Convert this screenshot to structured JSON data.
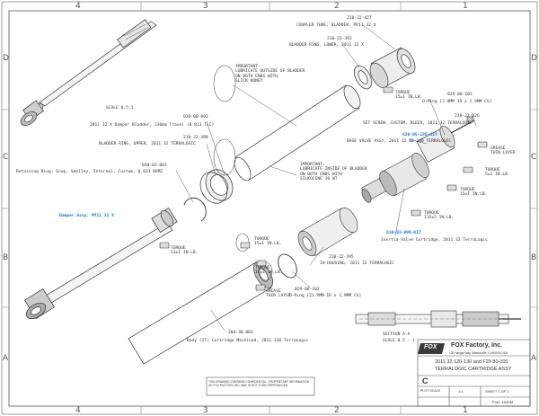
{
  "zones": {
    "cols": [
      "4",
      "3",
      "2",
      "1"
    ],
    "rows": [
      "D",
      "C",
      "B",
      "A"
    ]
  },
  "callouts": {
    "p_210_22_427": "210-22-427",
    "coupler_tube": "COUPLER TUBE, BLADDER, MY11 32 X",
    "p_210_22_392": "210-22-392",
    "bladder_ring_lower": "BLADDER RING, LOWER, 2011 32 X",
    "important_1": "IMPORTANT:",
    "lubricate_outside": "LUBRICATE OUTSIDE OF BLADDER",
    "on_both_ends": "ON BOTH ENDS WITH",
    "slick_honey": "SLICK HONEY",
    "scale": "SCALE  0.5:1",
    "p_038_00_093": "038-00-093",
    "damper_bladder": "2011 32 X Damper Bladder, 130mm Travel (0.813 TLC)",
    "p_210_22_398": "210-22-398",
    "bladder_ring_upper": "BLADDER RING, UPPER, 2011 32 TERRALOGIC",
    "p_038_03_063": "038-03-063",
    "retaining_ring": "Retaining Ring: Snap, Smalley, Internal, Custom, 0.923 BORE",
    "damper_assy": "Damper Assy, MY11 32 X",
    "torque_1": "TORQUE",
    "torque_1v": "13±1 IN.LB.",
    "important_2": "IMPORTANT:",
    "lubricate_inside": "LUBRICATE INSIDE OF BLADDER",
    "on_both_ends_2": "ON BOTH ENDS WITH",
    "silkolene": "SILKOLENE 10 WT",
    "torque_2": "TORQUE",
    "torque_2v": "15±1 IN.LB.",
    "p_029_08_103": "029-08-103",
    "oring_1": "O-Ring [2.9MM ID x 1.9MM CS]",
    "p_210_22_426": "210-22-426",
    "set_screw": "SET SCREW, CUSTOM, BLEED, 2011 32 TERRALOGIC",
    "p_820_05_185": "820-05-185-KIT",
    "base_valve": "BASE VALVE ASSY, 2011 32 80-100 TERRALOGIC",
    "grease": "GREASE",
    "thin_layer": "THIN LAYER",
    "torque_3": "TORQUE",
    "torque_3v": "5±1 IN.LB.",
    "torque_4": "TORQUE",
    "torque_4v": "15±1 IN.LB.",
    "torque_5": "TORQUE",
    "torque_5v": "115±5 IN.LB.",
    "p_810_03_099": "810-03-099-KIT",
    "inertia_valve": "Inertia Valve Cartridge, 2011 32 TerraLogic",
    "torque_6": "TORQUE",
    "torque_6v": "15±1 IN.LB.",
    "p_210_22_395": "210-22-395",
    "ih_housing": "IH HOUSING, 2011 32 TERRALOGIC",
    "p_029_08_102": "029-08-102",
    "oring_2": "O-Ring [21.9MM ID x 1.9MM CS]",
    "grease_2": "GREASE",
    "thin_layer_2": "THIN LAYER",
    "torque_7": "TORQUE",
    "torque_7v": "15±1 IN.LB.",
    "p_204_38_063": "204-38-063",
    "body_cartridge": "Body (IT) Cartridge Machined, 2011 130 TerraLogic",
    "section": "SECTION  A-A",
    "section_scale": "SCALE  0.5 : 1"
  },
  "title_block": {
    "company": "FOX Factory, Inc.",
    "address": "130 Hangar Way, Watsonville, CA 95076 USA",
    "logo": "FOX",
    "title": "2011 32 120-130 and F29 80-100",
    "subtitle": "TERRALOGIC CARTRIDGE ASSY",
    "size": "C",
    "plot_scale_label": "PLOT SCALE",
    "plot_scale": "1:1",
    "sheet": "SHEET 1 OF 1",
    "part_no": "PrdC 450DM",
    "proprietary": "THIS DRAWING CONTAINS CONFIDENTIAL, PROPRIETARY INFORMATION OF FOX FACTORY, INC. AND IS NOT TO BE REPRODUCED."
  }
}
